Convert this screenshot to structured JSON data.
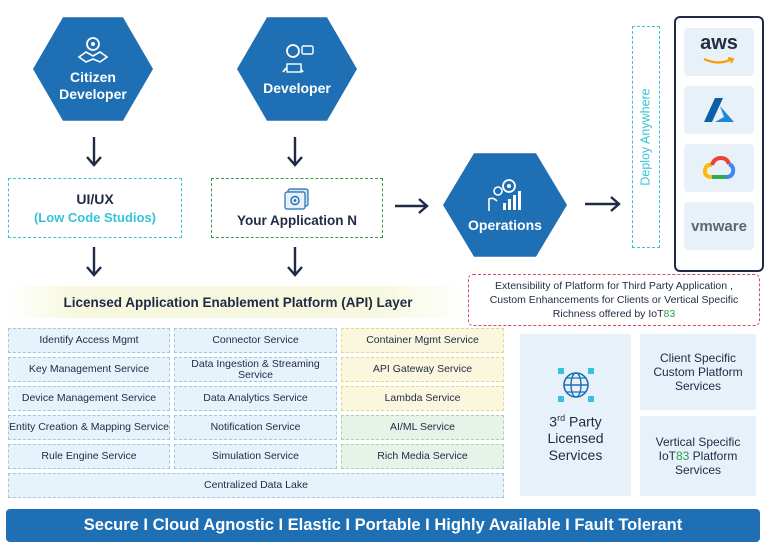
{
  "hexagons": {
    "citizen": {
      "label": "Citizen\nDeveloper",
      "icon": "handshake-gear-icon"
    },
    "developer": {
      "label": "Developer",
      "icon": "developer-laptop-icon"
    },
    "operations": {
      "label": "Operations",
      "icon": "operations-gears-chart-icon"
    }
  },
  "uiux": {
    "title": "UI/UX",
    "subtitle": "(Low Code Studios)"
  },
  "your_app": {
    "title": "Your Application N",
    "icon": "application-window-icon"
  },
  "deploy": {
    "label": "Deploy Anywhere"
  },
  "clouds": {
    "aws": {
      "label": "aws",
      "icon": "aws-logo"
    },
    "azure": {
      "icon": "azure-logo"
    },
    "gcp": {
      "icon": "google-cloud-logo"
    },
    "vmware": {
      "label": "vmware",
      "icon": "vmware-logo"
    }
  },
  "platform_layer": {
    "title": "Licensed Application Enablement Platform (API) Layer"
  },
  "extensibility": {
    "line1": "Extensibility of Platform for Third Party Application ,",
    "line2": "Custom Enhancements for Clients or Vertical Specific",
    "line3_prefix": "Richness offered by IoT",
    "line3_brand": "83"
  },
  "services": {
    "col1": [
      "Identify Access Mgmt",
      "Key Management Service",
      "Device Management Service",
      "Entity Creation & Mapping Service",
      "Rule Engine Service"
    ],
    "col2": [
      "Connector Service",
      "Data Ingestion & Streaming Service",
      "Data Analytics Service",
      "Notification Service",
      "Simulation Service"
    ],
    "col3": [
      "Container Mgmt Service",
      "API Gateway Service",
      "Lambda Service",
      "AI/ML Service",
      "Rich Media Service"
    ],
    "data_lake": "Centralized Data Lake"
  },
  "third_party": {
    "prefix": "3",
    "superscript": "rd",
    "line1_rest": " Party",
    "line2": "Licensed",
    "line3": "Services",
    "icon": "globe-network-icon"
  },
  "client_specific": {
    "label": "Client Specific Custom Platform Services"
  },
  "vertical_specific": {
    "line1": "Vertical Specific",
    "line2_prefix": "IoT",
    "line2_brand": "83",
    "line2_rest": " Platform",
    "line3": "Services"
  },
  "footer": {
    "tagline": "Secure I Cloud Agnostic I Elastic I Portable I Highly Available I Fault Tolerant"
  },
  "colors": {
    "primary_blue": "#1f6fb5",
    "cyan_dash": "#36c3d8",
    "green_dash": "#3a9a4a",
    "brand_green": "#2ca14e",
    "red_dash": "#d94a64"
  }
}
